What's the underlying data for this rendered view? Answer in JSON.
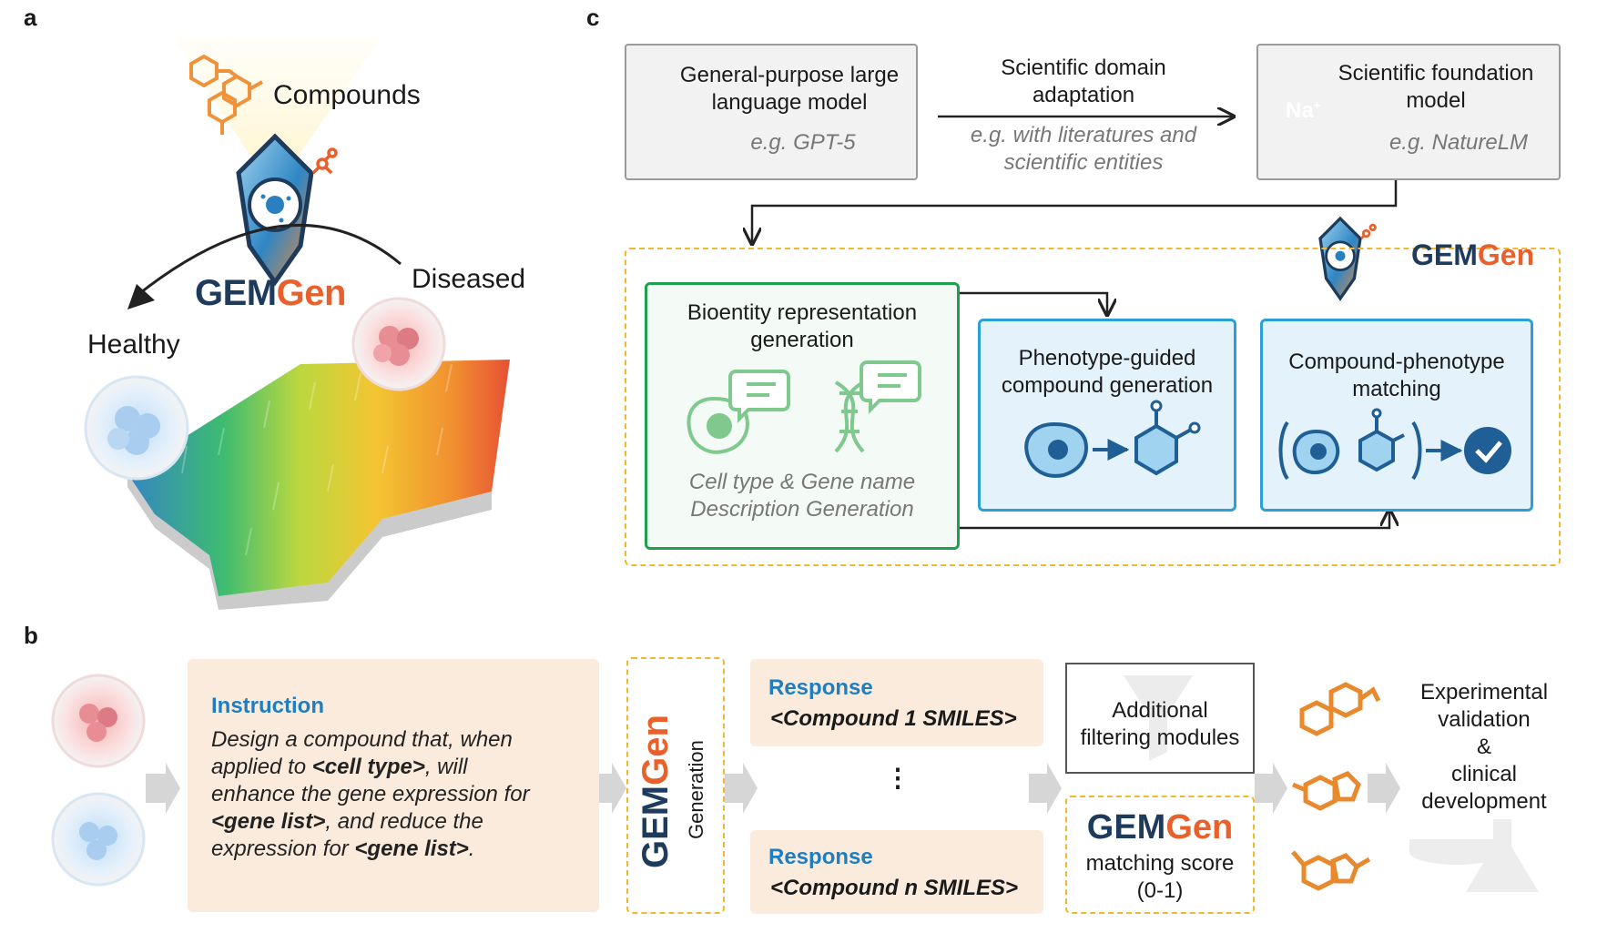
{
  "panels": {
    "a": "a",
    "b": "b",
    "c": "c"
  },
  "panel_a": {
    "compounds": "Compounds",
    "brand_gem": "GEM",
    "brand_gen": "Gen",
    "healthy": "Healthy",
    "diseased": "Diseased"
  },
  "panel_c": {
    "llm_title": "General-purpose large\nlanguage model",
    "llm_example": "e.g. GPT-5",
    "adapt_title": "Scientific domain\nadaptation",
    "adapt_example": "e.g. with literatures and\nscientific entities",
    "sfm_title": "Scientific foundation\nmodel",
    "sfm_example": "e.g. NatureLM",
    "na_badge": "Na",
    "na_sup": "+",
    "brand_gem": "GEM",
    "brand_gen": "Gen",
    "bioentity_title": "Bioentity representation\ngeneration",
    "bioentity_caption": "Cell type & Gene name\nDescription Generation",
    "pheno_title": "Phenotype-guided\ncompound generation",
    "match_title": "Compound-phenotype\nmatching"
  },
  "panel_b": {
    "instruction_head": "Instruction",
    "instruction_parts": [
      {
        "t": "Design a compound that, when\napplied to ",
        "b": false
      },
      {
        "t": "<cell type>",
        "b": true
      },
      {
        "t": ", will\nenhance the gene expression for\n",
        "b": false
      },
      {
        "t": "<gene list>",
        "b": true
      },
      {
        "t": ", and reduce the\nexpression for ",
        "b": false
      },
      {
        "t": "<gene list>",
        "b": true
      },
      {
        "t": ".",
        "b": false
      }
    ],
    "vert_brand_gem": "GEM",
    "vert_brand_gen": "Gen",
    "vert_label": "Generation",
    "response1_head": "Response",
    "response1_body": "<Compound 1 SMILES>",
    "ellipsis": "⋮",
    "responseN_head": "Response",
    "responseN_body": "<Compound n SMILES>",
    "filter_title": "Additional\nfiltering modules",
    "score_brand_gem": "GEM",
    "score_brand_gen": "Gen",
    "score_text": "matching score\n(0-1)",
    "final_text": "Experimental\nvalidation\n&\nclinical\ndevelopment"
  },
  "colors": {
    "navy": "#1f3b5c",
    "orange": "#e8612c",
    "blue": "#2a9fd8",
    "green": "#1ea04c",
    "gold": "#f2b830",
    "peach": "#fbebdc"
  }
}
